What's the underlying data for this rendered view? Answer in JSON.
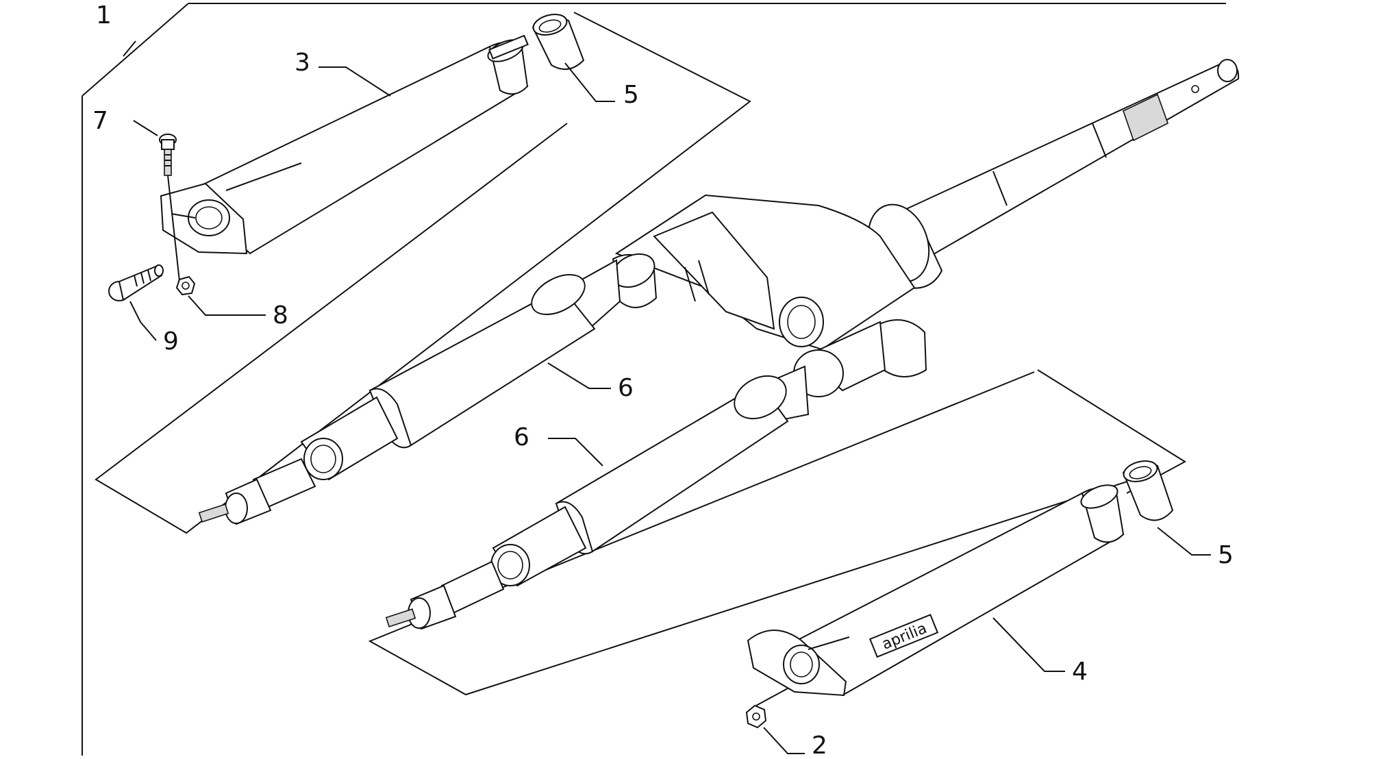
{
  "callouts": [
    {
      "id": "c1",
      "label": "1"
    },
    {
      "id": "c3",
      "label": "3"
    },
    {
      "id": "c5a",
      "label": "5"
    },
    {
      "id": "c7",
      "label": "7"
    },
    {
      "id": "c8",
      "label": "8"
    },
    {
      "id": "c9",
      "label": "9"
    },
    {
      "id": "c6a",
      "label": "6"
    },
    {
      "id": "c6b",
      "label": "6"
    },
    {
      "id": "c5b",
      "label": "5"
    },
    {
      "id": "c4",
      "label": "4"
    },
    {
      "id": "c2",
      "label": "2"
    }
  ],
  "brand_label": "aprilia"
}
